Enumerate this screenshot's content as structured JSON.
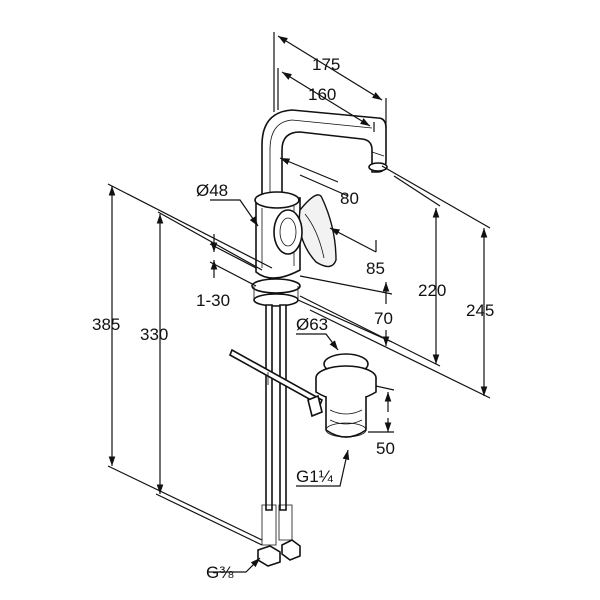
{
  "dimensions": {
    "spout_reach_outer": "175",
    "spout_reach_inner": "160",
    "body_diameter": "Ø48",
    "handle_projection": "80",
    "handle_height": "85",
    "spout_height_inner": "220",
    "spout_height_outer": "245",
    "total_height_outer": "385",
    "total_height_inner": "330",
    "counter_thickness": "1-30",
    "base_height": "70",
    "waste_diameter": "Ø63",
    "waste_height": "50",
    "waste_thread": "G1¼",
    "supply_thread": "G⅜"
  }
}
